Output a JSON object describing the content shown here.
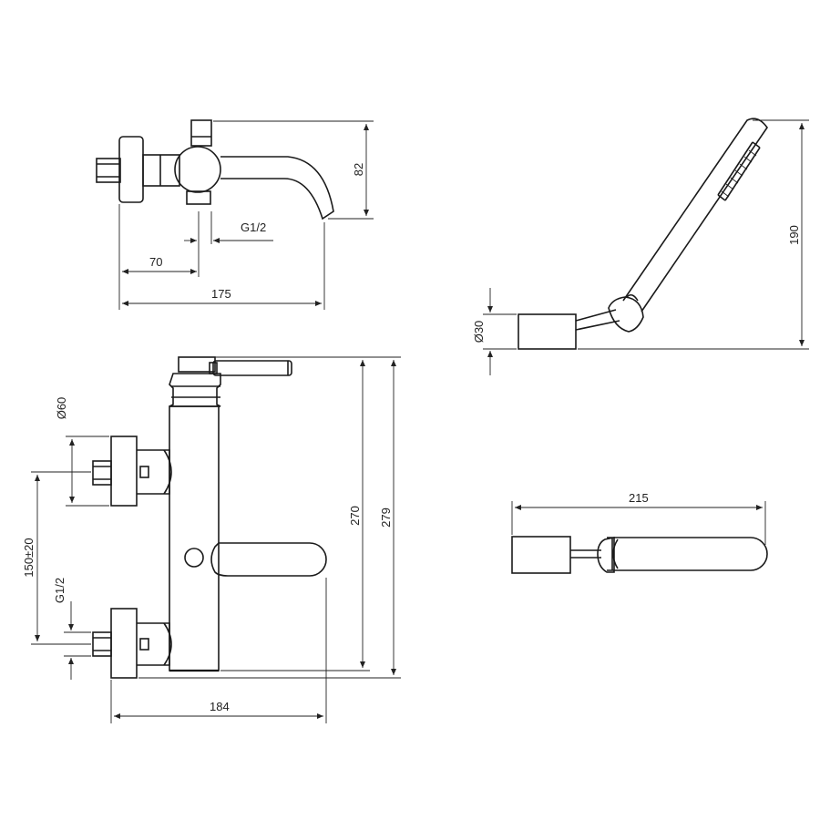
{
  "dimensions": {
    "top_spout_height": "82",
    "top_thread": "G1/2",
    "top_offset": "70",
    "top_length": "175",
    "shower_diameter": "Ø30",
    "shower_height": "190",
    "front_inlet_diameter": "Ø60",
    "front_centers": "150±20",
    "front_thread": "G1/2",
    "front_height_body": "270",
    "front_height_total": "279",
    "front_width": "184",
    "shower_length": "215"
  }
}
